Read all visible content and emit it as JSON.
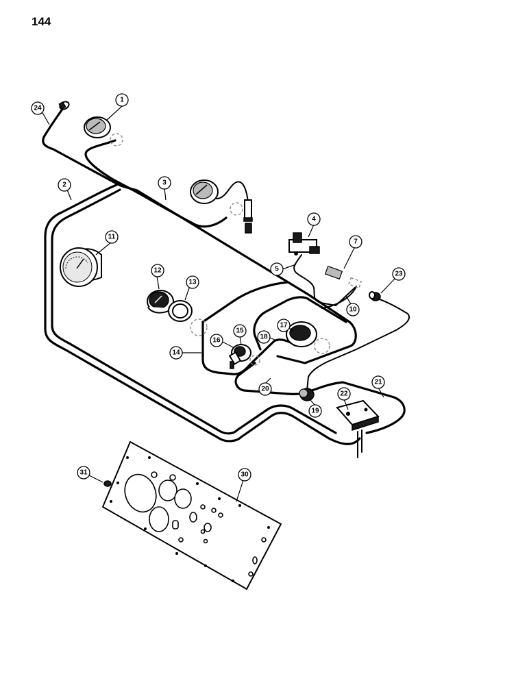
{
  "page": {
    "number": "144"
  },
  "callouts": [
    "1",
    "2",
    "3",
    "4",
    "5",
    "7",
    "10",
    "11",
    "12",
    "13",
    "14",
    "15",
    "16",
    "17",
    "18",
    "19",
    "20",
    "21",
    "22",
    "23",
    "24",
    "30",
    "31"
  ]
}
